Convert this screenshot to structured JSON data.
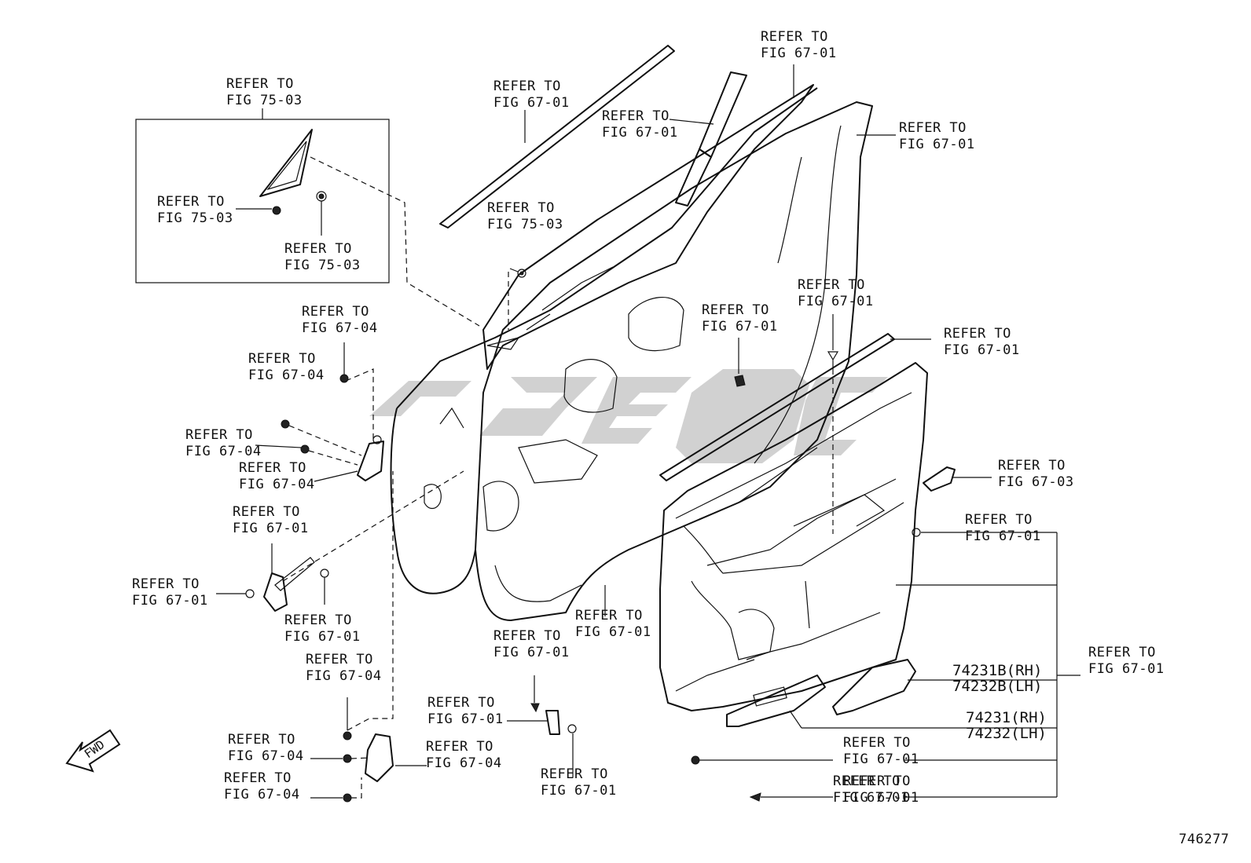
{
  "figure_number": "746277",
  "fwd_label": "FWD",
  "labels": [
    {
      "id": "l01",
      "text": [
        "REFER TO",
        "FIG 75-03"
      ]
    },
    {
      "id": "l02",
      "text": [
        "REFER TO",
        "FIG 75-03"
      ]
    },
    {
      "id": "l03",
      "text": [
        "REFER TO",
        "FIG 75-03"
      ]
    },
    {
      "id": "l04",
      "text": [
        "REFER TO",
        "FIG 67-01"
      ]
    },
    {
      "id": "l05",
      "text": [
        "REFER TO",
        "FIG 75-03"
      ]
    },
    {
      "id": "l06",
      "text": [
        "REFER TO",
        "FIG 67-01"
      ]
    },
    {
      "id": "l07",
      "text": [
        "REFER TO",
        "FIG 67-01"
      ]
    },
    {
      "id": "l08",
      "text": [
        "REFER TO",
        "FIG 67-01"
      ]
    },
    {
      "id": "l09",
      "text": [
        "REFER TO",
        "FIG 67-04"
      ]
    },
    {
      "id": "l10",
      "text": [
        "REFER TO",
        "FIG 67-04"
      ]
    },
    {
      "id": "l11",
      "text": [
        "REFER TO",
        "FIG 67-04"
      ]
    },
    {
      "id": "l12",
      "text": [
        "REFER TO",
        "FIG 67-04"
      ]
    },
    {
      "id": "l13",
      "text": [
        "REFER TO",
        "FIG 67-01"
      ]
    },
    {
      "id": "l14",
      "text": [
        "REFER TO",
        "FIG 67-01"
      ]
    },
    {
      "id": "l15",
      "text": [
        "REFER TO",
        "FIG 67-01"
      ]
    },
    {
      "id": "l16",
      "text": [
        "REFER TO",
        "FIG 67-01"
      ]
    },
    {
      "id": "l17",
      "text": [
        "REFER TO",
        "FIG 67-01"
      ]
    },
    {
      "id": "l18",
      "text": [
        "REFER TO",
        "FIG 67-01"
      ]
    },
    {
      "id": "l19",
      "text": [
        "REFER TO",
        "FIG 67-03"
      ]
    },
    {
      "id": "l20",
      "text": [
        "REFER TO",
        "FIG 67-01"
      ]
    },
    {
      "id": "l21",
      "text": [
        "REFER TO",
        "FIG 67-01"
      ]
    },
    {
      "id": "l22",
      "text": [
        "REFER TO",
        "FIG 67-01"
      ]
    },
    {
      "id": "l23",
      "text": [
        "REFER TO",
        "FIG 67-01"
      ]
    },
    {
      "id": "l24",
      "text": [
        "REFER TO",
        "FIG 67-04"
      ]
    },
    {
      "id": "l25",
      "text": [
        "REFER TO",
        "FIG 67-01"
      ]
    },
    {
      "id": "l26",
      "text": [
        "REFER TO",
        "FIG 67-04"
      ]
    },
    {
      "id": "l27",
      "text": [
        "REFER TO",
        "FIG 67-01"
      ]
    },
    {
      "id": "l28",
      "text": [
        "REFER TO",
        "FIG 67-04"
      ]
    },
    {
      "id": "l29",
      "text": [
        "REFER TO",
        "FIG 67-04"
      ]
    },
    {
      "id": "l30",
      "text": [
        "REFER TO",
        "FIG 67-01"
      ]
    },
    {
      "id": "l31",
      "text": [
        "REFER TO",
        "FIG 67-01"
      ]
    },
    {
      "id": "l32",
      "text": [
        "REFER TO",
        "FIG 67-01"
      ]
    }
  ],
  "part_numbers": [
    {
      "id": "p1",
      "text": [
        "74231B(RH)",
        "74232B(LH)"
      ]
    },
    {
      "id": "p2",
      "text": [
        "74231(RH)",
        "74232(LH)"
      ]
    }
  ]
}
